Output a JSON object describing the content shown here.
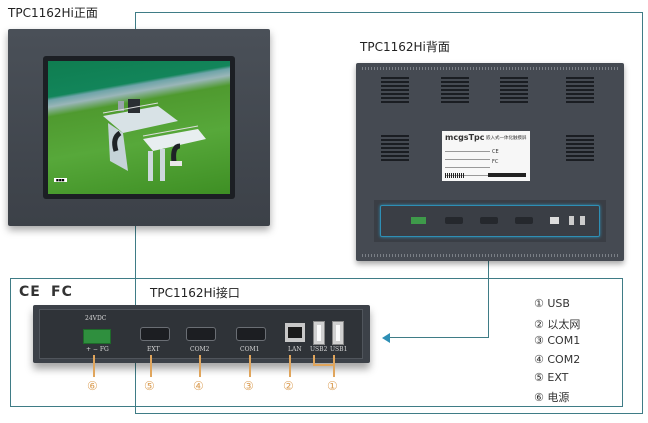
{
  "titles": {
    "front": "TPC1162Hi正面",
    "back": "TPC1162Hi背面",
    "interface": "TPC1162Hi接口"
  },
  "certifications": {
    "ce": "CE",
    "fcc": "FC"
  },
  "back_label": {
    "brand": "mcgsTpc",
    "product_type": "嵌入式一体化触摸屏"
  },
  "interface_panel": {
    "power_label": "24VDC",
    "power_pins": "+ − FG",
    "ports": [
      {
        "id": 5,
        "label": "EXT"
      },
      {
        "id": 4,
        "label": "COM2"
      },
      {
        "id": 3,
        "label": "COM1"
      },
      {
        "id": 2,
        "label": "LAN"
      },
      {
        "id": 1,
        "label": "USB2"
      },
      {
        "id": 1,
        "label": "USB1"
      }
    ]
  },
  "callout_numbers": [
    "⑥",
    "⑤",
    "④",
    "③",
    "②",
    "①"
  ],
  "legend": [
    {
      "num": "①",
      "name": "USB"
    },
    {
      "num": "②",
      "name": "以太网"
    },
    {
      "num": "③",
      "name": "COM1"
    },
    {
      "num": "④",
      "name": "COM2"
    },
    {
      "num": "⑤",
      "name": "EXT"
    },
    {
      "num": "⑥",
      "name": "电源"
    }
  ],
  "colors": {
    "connector_line": "#3f7c86",
    "callout": "#dca15a",
    "highlight": "#2e8fb5"
  }
}
